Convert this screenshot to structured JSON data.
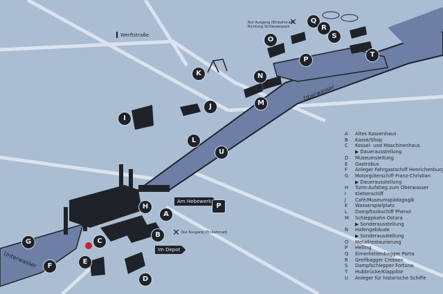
{
  "map": {
    "street_labels": {
      "werftstrasse": "Werftstraße"
    },
    "water_labels": {
      "oberwasser": "Oberwasser",
      "unterwasser": "Unterwasser"
    },
    "signs": {
      "am_hebewerk": "Am Hebewerk",
      "im_depot": "Im Depot",
      "parking": "P"
    },
    "notes": {
      "exit_north_line1": "Nur Ausgang (Einbahnrad)",
      "exit_north_line2": "Richtung Schleusenpark",
      "exit_south": "Nur Ausgang (Einbahnrad)"
    },
    "markers": {
      "A": "A",
      "B": "B",
      "C": "C",
      "D": "D",
      "E": "E",
      "F": "F",
      "G": "G",
      "H": "H",
      "I": "I",
      "J": "J",
      "K": "K",
      "L": "L",
      "M": "M",
      "N": "N",
      "O": "O",
      "P": "P",
      "Q": "Q",
      "R": "R",
      "S": "S",
      "T": "T",
      "U": "U"
    },
    "colors": {
      "background": "#aabdd3",
      "water": "#6d7fa5",
      "ink": "#1f2229",
      "path": "#dbe3ee",
      "red_dot": "#d01f33"
    }
  },
  "legend": [
    {
      "key": "A",
      "text": "Altes Kassenhaus"
    },
    {
      "key": "B",
      "text": "Kasse/Shop"
    },
    {
      "key": "C",
      "text": "Kessel- und Maschinenhaus"
    },
    {
      "key": "",
      "text": "▶ Dauerausstellung",
      "sub": true
    },
    {
      "key": "D",
      "text": "Museumsleitung"
    },
    {
      "key": "E",
      "text": "Gastrobus"
    },
    {
      "key": "F",
      "text": "Anleger Fahrgastschiff Henrichenburg"
    },
    {
      "key": "G",
      "text": "Motorgüterschiff Franz-Christian"
    },
    {
      "key": "",
      "text": "▶ Dauerausstellung",
      "sub": true
    },
    {
      "key": "H",
      "text": "Turm-Aufstieg zum Oberwasser"
    },
    {
      "key": "I",
      "text": "Kletterschiff"
    },
    {
      "key": "J",
      "text": "Café/Museumspädagogik"
    },
    {
      "key": "K",
      "text": "Wasserspielplatz"
    },
    {
      "key": "L",
      "text": "Dampftankschiff Phenol"
    },
    {
      "key": "M",
      "text": "Schleppkahn Ostara"
    },
    {
      "key": "",
      "text": "▶ Sonderausstellung",
      "sub": true
    },
    {
      "key": "N",
      "text": "Hafengebäude"
    },
    {
      "key": "",
      "text": "▶ Sonderausstellung",
      "sub": true
    },
    {
      "key": "O",
      "text": "Metallrestaurierung"
    },
    {
      "key": "P",
      "text": "Helling"
    },
    {
      "key": "Q",
      "text": "Eimerkettenbagger Porta"
    },
    {
      "key": "R",
      "text": "Greifbagger Crossen"
    },
    {
      "key": "S",
      "text": "Dampfschlepper Fortuna"
    },
    {
      "key": "T",
      "text": "Hubbrücke/Klappitor"
    },
    {
      "key": "U",
      "text": "Anleger für historische Schiffe"
    }
  ]
}
